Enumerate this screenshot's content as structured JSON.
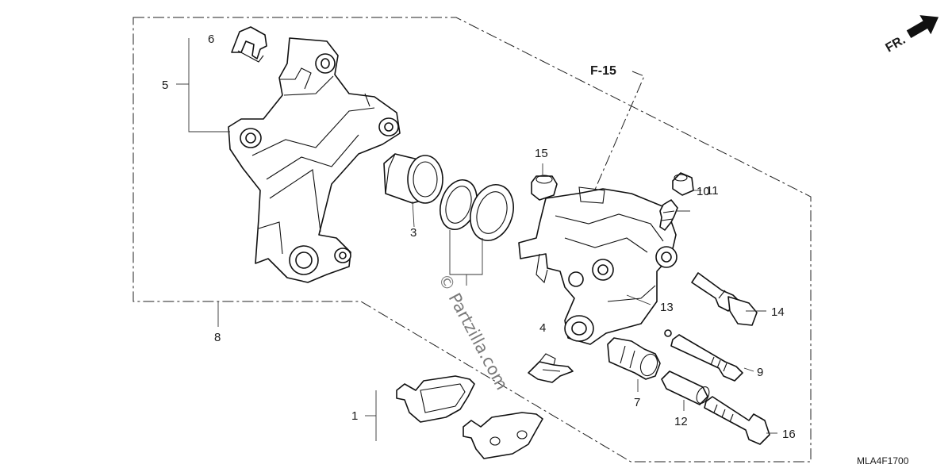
{
  "reference": {
    "label": "F-15"
  },
  "direction": {
    "label": "FR."
  },
  "diagram_code": "MLA4F1700",
  "watermark": "© Partzilla.com",
  "callouts": [
    {
      "id": "c1",
      "label": "1"
    },
    {
      "id": "c3",
      "label": "3"
    },
    {
      "id": "c4",
      "label": "4"
    },
    {
      "id": "c5",
      "label": "5"
    },
    {
      "id": "c6",
      "label": "6"
    },
    {
      "id": "c7",
      "label": "7"
    },
    {
      "id": "c8",
      "label": "8"
    },
    {
      "id": "c9",
      "label": "9"
    },
    {
      "id": "c10",
      "label": "10"
    },
    {
      "id": "c11",
      "label": "11"
    },
    {
      "id": "c12",
      "label": "12"
    },
    {
      "id": "c13",
      "label": "13"
    },
    {
      "id": "c14",
      "label": "14"
    },
    {
      "id": "c15",
      "label": "15"
    },
    {
      "id": "c16",
      "label": "16"
    }
  ]
}
